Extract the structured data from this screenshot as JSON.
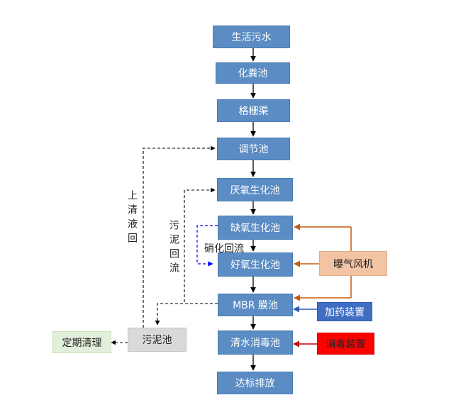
{
  "main_flow": [
    "生活污水",
    "化粪池",
    "格栅渠",
    "调节池",
    "厌氧生化池",
    "缺氧生化池",
    "好氧生化池",
    "MBR 膜池",
    "清水消毒池",
    "达标排放"
  ],
  "aeration_fan": "曝气风机",
  "dosing_device": "加药装置",
  "disinfection_device": "消毒装置",
  "sludge_tank": "污泥池",
  "periodic_cleaning": "定期清理",
  "nitrification_return": "硝化回流",
  "supernatant_return": "上清液回",
  "sludge_return": "污泥回流",
  "colors": {
    "process_box": "#5b8cc4",
    "fan_box": "#f2c4a3",
    "fan_line": "#c55a11",
    "dosing_box": "#3f6fc3",
    "disinfection_box": "#ff0000",
    "disinfection_line": "#c00000",
    "cleaning_box": "#e2efda",
    "sludge_box": "#d9d9d9",
    "nitrification_line": "#0000ff"
  }
}
